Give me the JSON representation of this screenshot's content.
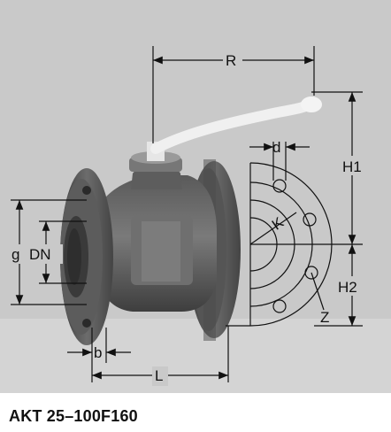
{
  "caption": "AKT 25–100F160",
  "dimensions": {
    "R": "R",
    "H1": "H1",
    "H2": "H2",
    "d": "d",
    "K": "K",
    "Z": "Z",
    "g": "g",
    "DN": "DN",
    "b": "b",
    "L": "L"
  },
  "colors": {
    "background_panel": "#c8c8c8",
    "valve_dark": "#4a4a4a",
    "valve_mid": "#6e6e6e",
    "valve_light": "#8f8f8f",
    "handle": "#f2f2f2",
    "line": "#111111"
  }
}
